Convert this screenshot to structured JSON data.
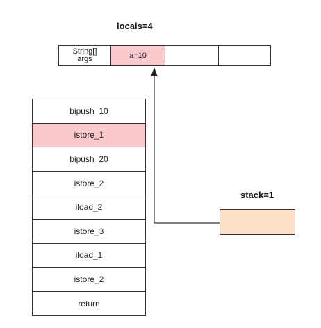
{
  "locals": {
    "title": "locals=4",
    "slots": [
      {
        "label": "String[]\nargs",
        "highlighted": false
      },
      {
        "label": "a=10",
        "highlighted": true
      },
      {
        "label": "",
        "highlighted": false
      },
      {
        "label": "",
        "highlighted": false
      }
    ]
  },
  "instructions": [
    {
      "label": "bipush  10",
      "highlighted": false
    },
    {
      "label": "istore_1",
      "highlighted": true
    },
    {
      "label": "bipush  20",
      "highlighted": false
    },
    {
      "label": "istore_2",
      "highlighted": false
    },
    {
      "label": "iload_2",
      "highlighted": false
    },
    {
      "label": "istore_3",
      "highlighted": false
    },
    {
      "label": "iload_1",
      "highlighted": false
    },
    {
      "label": "istore_2",
      "highlighted": false
    },
    {
      "label": "return",
      "highlighted": false
    }
  ],
  "stack": {
    "title": "stack=1",
    "value": ""
  },
  "colors": {
    "highlight": "#f9c9cd",
    "stack_fill": "#fde0c8",
    "border": "#333333"
  }
}
